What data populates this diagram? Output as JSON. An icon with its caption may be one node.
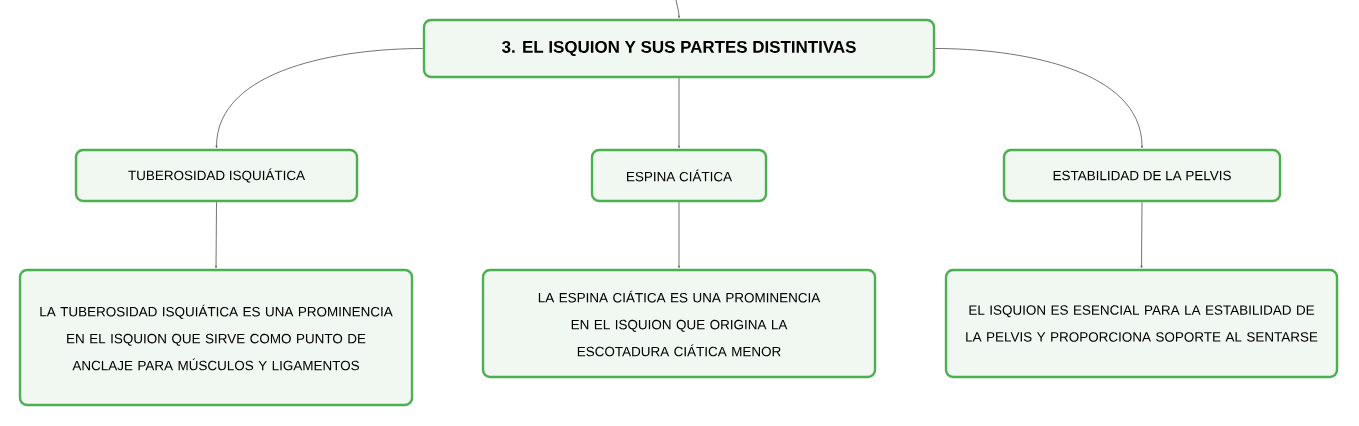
{
  "diagram": {
    "nodes": [
      {
        "text": [
          "3. EL ISQUION Y SUS PARTES DISTINTIVAS"
        ]
      },
      {
        "text": [
          "TUBEROSIDAD ISQUIÁTICA"
        ]
      },
      {
        "text": [
          "ESPINA CIÁTICA"
        ]
      },
      {
        "text": [
          "ESTABILIDAD DE LA PELVIS"
        ]
      },
      {
        "text": [
          "LA TUBEROSIDAD ISQUIÁTICA ES UNA PROMINENCIA EN EL ISQUION QUE SIRVE COMO PUNTO DE ANCLAJE PARA MÚSCULOS Y LIGAMENTOS"
        ]
      },
      {
        "text": [
          "LA ESPINA CIÁTICA ES UNA PROMINENCIA EN EL ISQUION QUE ORIGINA LA ESCOTADURA CIÁTICA MENOR"
        ]
      },
      {
        "text": [
          "EL ISQUION ES ESENCIAL PARA LA ESTABILIDAD DE LA PELVIS Y PROPORCIONA SOPORTE AL SENTARSE"
        ]
      }
    ],
    "edges": [
      {
        "from": null,
        "to": 0,
        "arrow": "to"
      },
      {
        "from": 0,
        "to": 1,
        "arrow": "to"
      },
      {
        "from": 0,
        "to": 2,
        "arrow": "to"
      },
      {
        "from": 0,
        "to": 3,
        "arrow": "to"
      },
      {
        "from": 1,
        "to": 4,
        "arrow": "to"
      },
      {
        "from": 2,
        "to": 5,
        "arrow": "to"
      },
      {
        "from": 3,
        "to": 6,
        "arrow": "to"
      }
    ]
  }
}
